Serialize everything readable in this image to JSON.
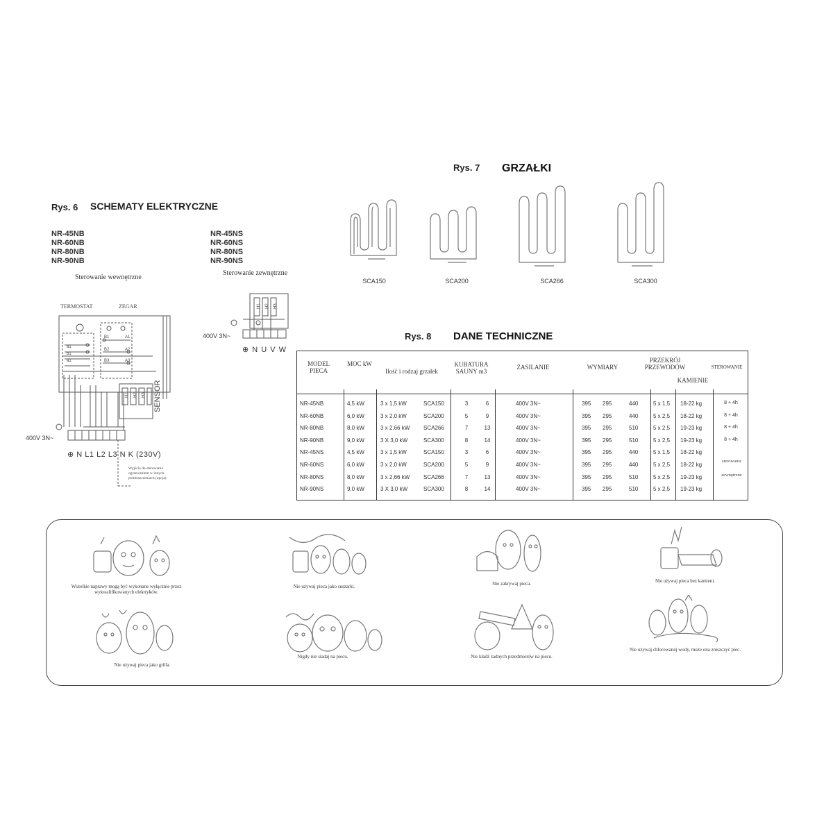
{
  "fig6": {
    "rys": "Rys. 6",
    "title": "SCHEMATY ELEKTRYCZNE",
    "models_nb": [
      "NR-45NB",
      "NR-60NB",
      "NR-80NB",
      "NR-90NB"
    ],
    "models_ns": [
      "NR-45NS",
      "NR-60NS",
      "NR-80NS",
      "NR-90NS"
    ],
    "internal_label": "Sterowanie wewnętrzne",
    "external_label": "Sterowanie zewnętrzne",
    "termostat": "TERMOSTAT",
    "zegar": "ZEGAR",
    "sensor": "SENSOR",
    "supply_left": "400V 3N~",
    "supply_right": "400V 3N~",
    "terminals_left": "⊕ N L1 L2 L3 N K (230V)",
    "terminals_right": "⊕ N U V W",
    "output_note": "Wyjście do sterowania ogrzewaniem w innych pomieszczeniach (opcja)",
    "heater_labels": [
      "H1",
      "H2",
      "H3"
    ]
  },
  "fig7": {
    "rys": "Rys. 7",
    "title": "GRZAŁKI",
    "heaters": [
      "SCA150",
      "SCA200",
      "SCA266",
      "SCA300"
    ]
  },
  "fig8": {
    "rys": "Rys. 8",
    "title": "DANE TECHNICZNE",
    "headers": {
      "model": "MODEL PIECA",
      "moc": "MOC kW",
      "grzalki": "Ilość i rodzaj grzałek",
      "kubatura": "KUBATURA SAUNY m3",
      "zasilanie": "ZASILANIE",
      "wymiary": "WYMIARY",
      "przekroj": "PRZEKRÓJ PRZEWODÓW",
      "kamienie": "KAMIENIE",
      "sterowanie": "STEROWANIE"
    },
    "rows": [
      {
        "model": "NR-45NB",
        "moc": "4,5 kW",
        "ilosc": "3 x 1,5 kW",
        "typ": "SCA150",
        "k1": "3",
        "k2": "6",
        "zas": "400V 3N~",
        "w1": "395",
        "w2": "295",
        "w3": "440",
        "przekroj": "5 x 1,5",
        "kamienie": "18-22 kg",
        "ster": "8 + 4h"
      },
      {
        "model": "NR-60NB",
        "moc": "6,0 kW",
        "ilosc": "3 x 2,0 kW",
        "typ": "SCA200",
        "k1": "5",
        "k2": "9",
        "zas": "400V 3N~",
        "w1": "395",
        "w2": "295",
        "w3": "440",
        "przekroj": "5 x 2,5",
        "kamienie": "18-22 kg",
        "ster": "8 + 4h"
      },
      {
        "model": "NR-80NB",
        "moc": "8,0 kW",
        "ilosc": "3 x 2,66 kW",
        "typ": "SCA266",
        "k1": "7",
        "k2": "13",
        "zas": "400V 3N~",
        "w1": "395",
        "w2": "295",
        "w3": "510",
        "przekroj": "5 x 2,5",
        "kamienie": "19-23 kg",
        "ster": "8 + 4h"
      },
      {
        "model": "NR-90NB",
        "moc": "9,0 kW",
        "ilosc": "3 X 3,0 kW",
        "typ": "SCA300",
        "k1": "8",
        "k2": "14",
        "zas": "400V 3N~",
        "w1": "395",
        "w2": "295",
        "w3": "510",
        "przekroj": "5 x 2,5",
        "kamienie": "19-23 kg",
        "ster": "8 + 4h"
      },
      {
        "model": "NR-45NS",
        "moc": "4,5 kW",
        "ilosc": "3 x 1,5 kW",
        "typ": "SCA150",
        "k1": "3",
        "k2": "6",
        "zas": "400V 3N~",
        "w1": "395",
        "w2": "295",
        "w3": "440",
        "przekroj": "5 x 1,5",
        "kamienie": "18-22 kg",
        "ster": ""
      },
      {
        "model": "NR-60NS",
        "moc": "6,0 kW",
        "ilosc": "3 x 2,0 kW",
        "typ": "SCA200",
        "k1": "5",
        "k2": "9",
        "zas": "400V 3N~",
        "w1": "395",
        "w2": "295",
        "w3": "440",
        "przekroj": "5 x 2,5",
        "kamienie": "18-22 kg",
        "ster": ""
      },
      {
        "model": "NR-80NS",
        "moc": "8,0 kW",
        "ilosc": "3 x 2,66 kW",
        "typ": "SCA266",
        "k1": "7",
        "k2": "13",
        "zas": "400V 3N~",
        "w1": "395",
        "w2": "295",
        "w3": "510",
        "przekroj": "5 x 2,5",
        "kamienie": "19-23 kg",
        "ster": ""
      },
      {
        "model": "NR-90NS",
        "moc": "9,0 kW",
        "ilosc": "3 X 3,0 kW",
        "typ": "SCA300",
        "k1": "8",
        "k2": "14",
        "zas": "400V 3N~",
        "w1": "395",
        "w2": "295",
        "w3": "510",
        "przekroj": "5 x 2,5",
        "kamienie": "19-23 kg",
        "ster": ""
      }
    ],
    "ster_ext_1": "sterowanie",
    "ster_ext_2": "zewnętrzne"
  },
  "warnings": [
    "Wszelkie naprawy mogą być wykonane wyłącznie przez wykwalifikowanych elektryków.",
    "Nie używaj pieca jako suszarki.",
    "Nie zakrywaj pieca.",
    "Nie używaj pieca bez kamieni.",
    "Nie używaj pieca jako grilla.",
    "Nigdy nie siadaj na piecu.",
    "Nie kładź żadnych przedmiotów na piecu.",
    "Nie używaj chlorowanej wody, może ona zniszczyć piec."
  ]
}
